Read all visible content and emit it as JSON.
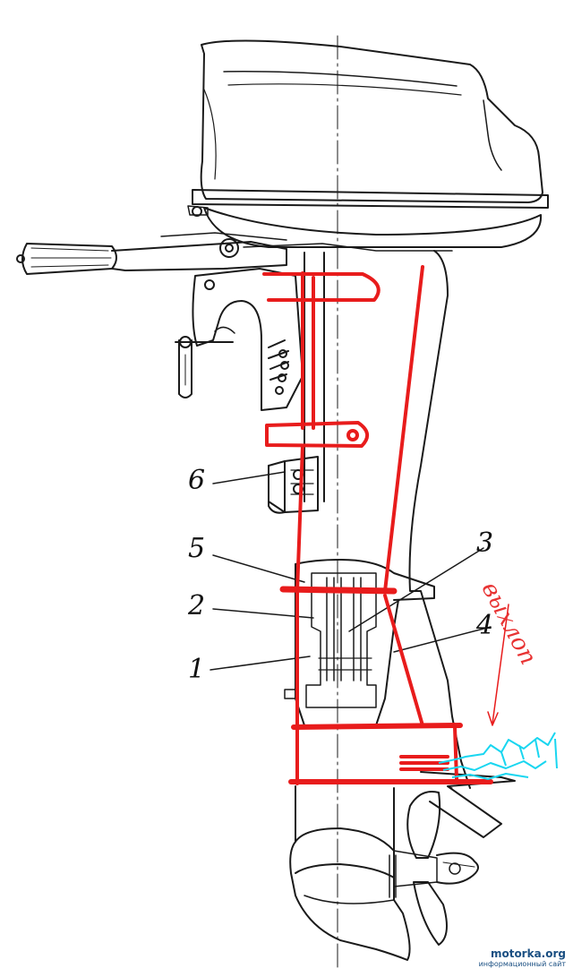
{
  "labels": {
    "l1": "1",
    "l2": "2",
    "l3": "3",
    "l4": "4",
    "l5": "5",
    "l6": "6"
  },
  "annotation": "выхлоп",
  "watermark": {
    "site": "motorka.org",
    "tagline": "информационный сайт"
  },
  "colors": {
    "line": "#1a1a1a",
    "markup_red": "#e81c1c",
    "exhaust_cyan": "#19d6f0",
    "watermark": "#1a4f82"
  }
}
